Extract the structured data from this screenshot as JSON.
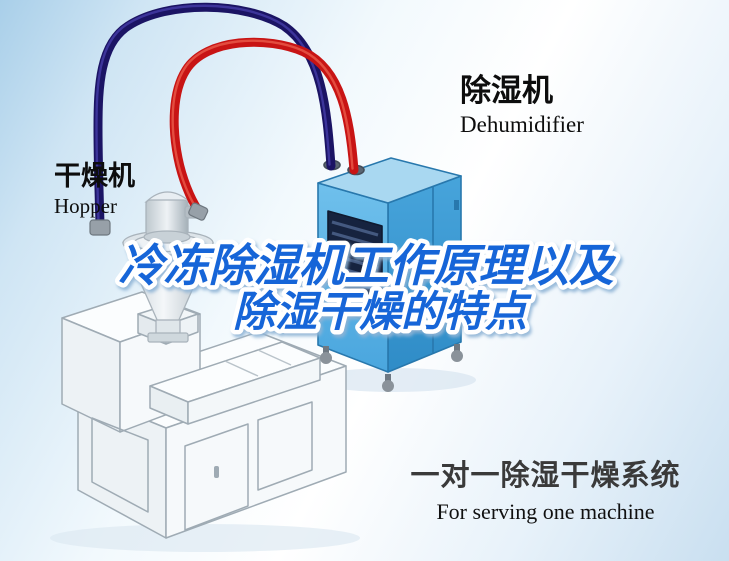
{
  "labels": {
    "hopper": {
      "zh": "干燥机",
      "en": "Hopper"
    },
    "dehumidifier": {
      "zh": "除湿机",
      "en": "Dehumidifier"
    }
  },
  "title": {
    "line1": "冷冻除湿机工作原理以及",
    "line2": "除湿干燥的特点",
    "color": "#1565d8",
    "outline": "#ffffff"
  },
  "caption": {
    "zh": "一对一除湿干燥系统",
    "en": "For serving one machine"
  },
  "colors": {
    "pipe_red": "#c81414",
    "pipe_navy": "#1b1464",
    "dehumidifier_front": "#5fb6e8",
    "dehumidifier_side": "#3e9bd4",
    "dehumidifier_top": "#a9d8f1",
    "vent_dark": "#16233f",
    "machine_fill": "#f6f9fb",
    "machine_stroke": "#9fabb4",
    "background_blue": "#a9cfe9"
  }
}
